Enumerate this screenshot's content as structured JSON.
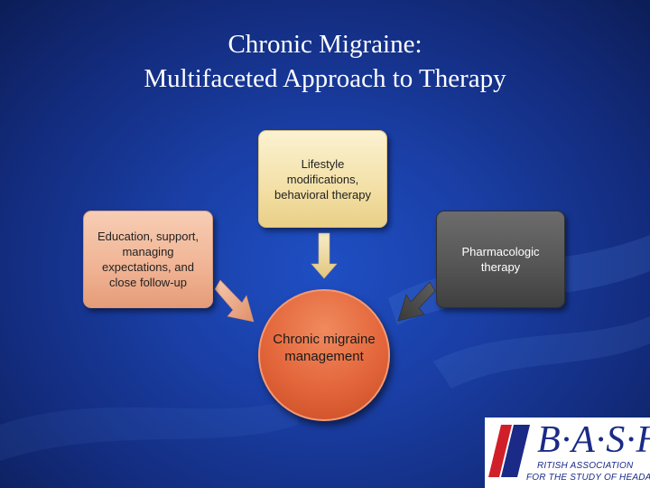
{
  "title": {
    "line1": "Chronic Migraine:",
    "line2": "Multifaceted Approach to Therapy"
  },
  "diagram": {
    "top_box": "Lifestyle modifications, behavioral therapy",
    "left_box": "Education, support, managing expectations, and close follow-up",
    "right_box": "Pharmacologic therapy",
    "center": "Chronic migraine management"
  },
  "logo": {
    "letters": "B·A·S·H",
    "line1": "RITISH ASSOCIATION",
    "line2": "FOR THE STUDY OF HEADACHE"
  },
  "colors": {
    "background": "#1a3fa6",
    "top_box": "#f3e0a6",
    "left_box": "#f0b393",
    "right_box": "#565656",
    "center": "#e3653a",
    "logo_blue": "#1a2a86",
    "logo_red": "#d11f2a"
  }
}
